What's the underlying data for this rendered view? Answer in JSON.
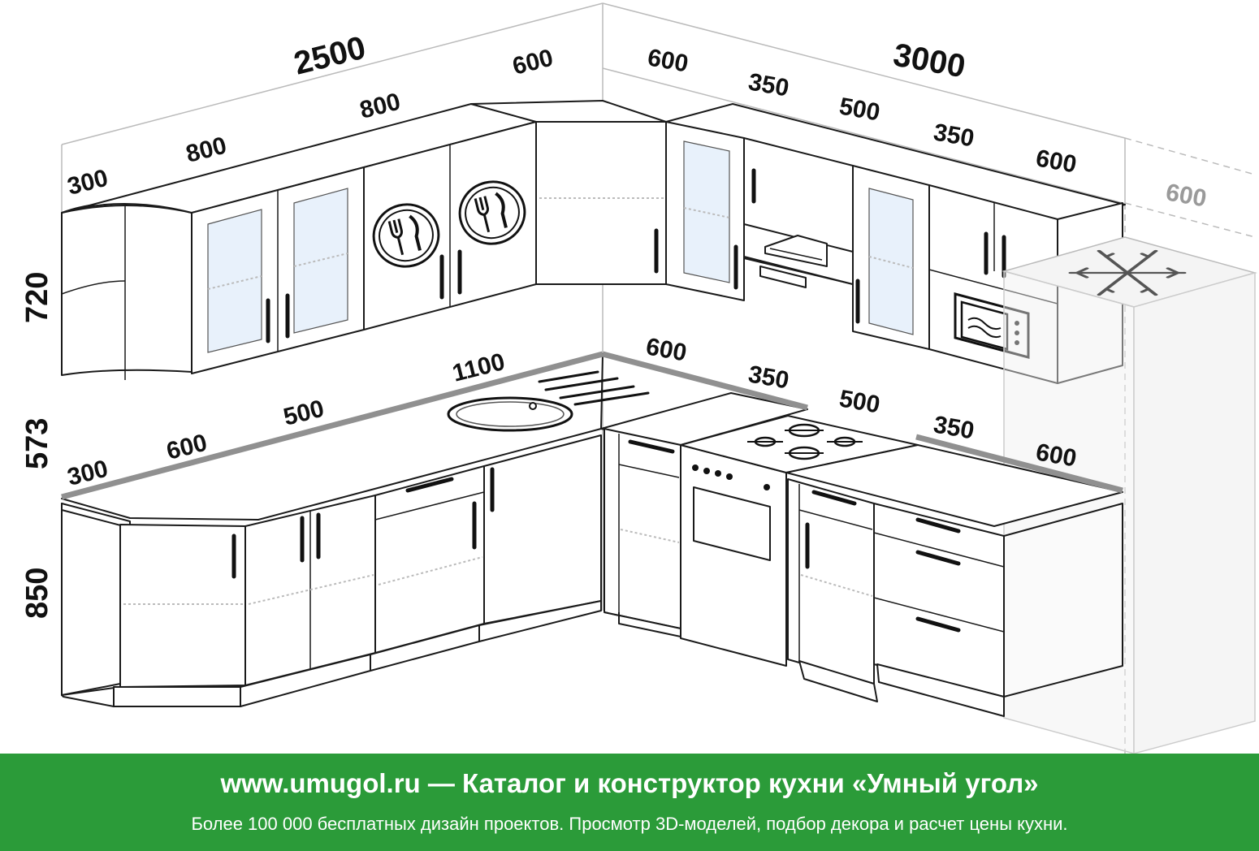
{
  "dimensions": {
    "upper_total_left": "2500",
    "upper_total_right": "3000",
    "upper_left_modules": [
      "300",
      "800",
      "800",
      "600"
    ],
    "upper_right_modules": [
      "600",
      "350",
      "500",
      "350",
      "600"
    ],
    "fridge_width": "600",
    "height_upper": "720",
    "height_gap": "573",
    "height_base": "850",
    "base_left_modules": [
      "300",
      "600",
      "500",
      "1100"
    ],
    "base_right_modules": [
      "600",
      "350",
      "500",
      "350",
      "600"
    ]
  },
  "icons": [
    "cutlery-plate-icon",
    "cutlery-plate-icon",
    "snowflake-icon",
    "microwave-icon",
    "hood-icon",
    "hob-icon",
    "sink-icon"
  ],
  "colors": {
    "footer_bg": "#2b9b39",
    "countertop": "#909090",
    "glass": "#e8f1fb"
  },
  "footer": {
    "headline": "www.umugol.ru — Каталог и конструктор кухни «Умный угол»",
    "subline": "Более 100 000 бесплатных дизайн проектов. Просмотр 3D-моделей, подбор декора и расчет цены кухни."
  }
}
